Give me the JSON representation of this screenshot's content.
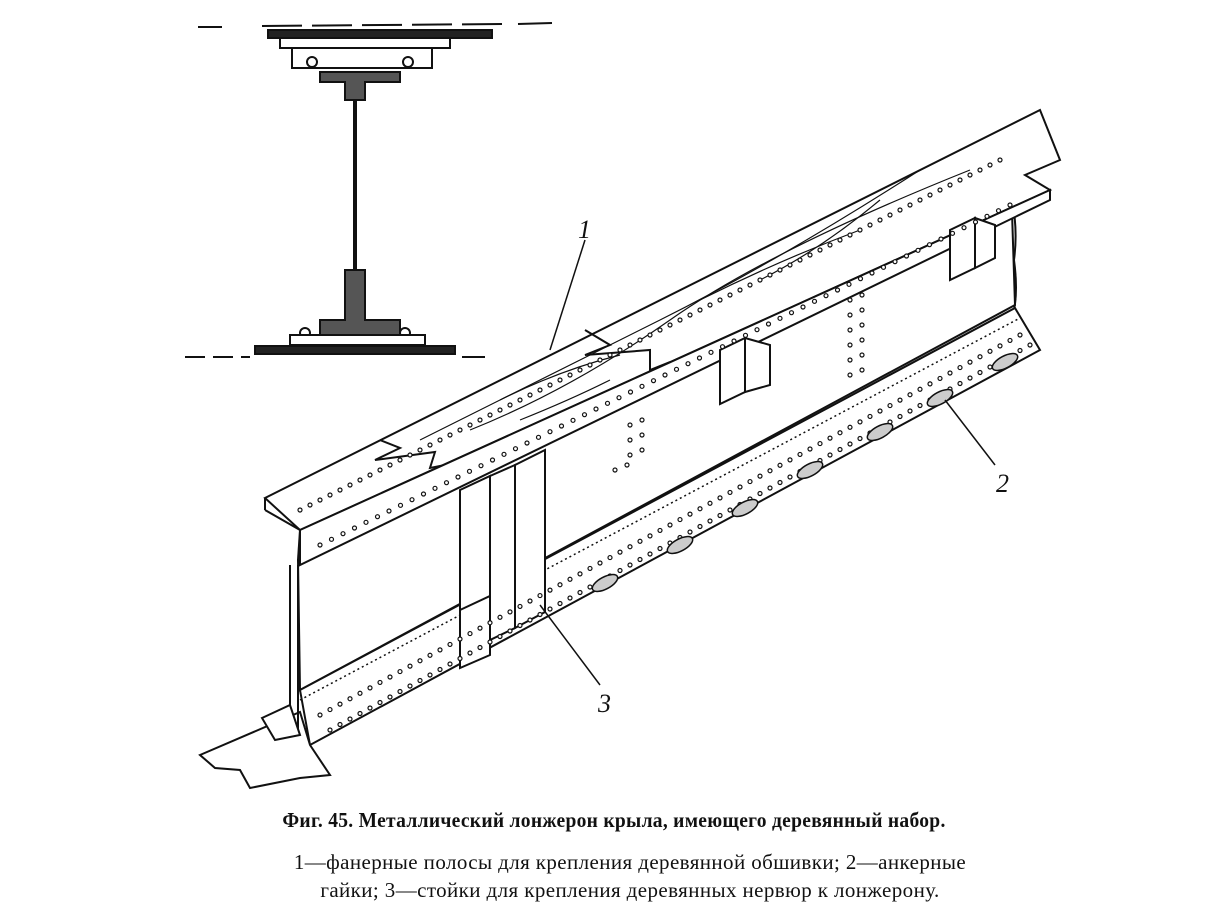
{
  "figure": {
    "labels": {
      "l1": "1",
      "l2": "2",
      "l3": "3"
    }
  },
  "caption": {
    "title": "Фиг. 45. Металлический лонжерон крыла, имеющего деревянный набор.",
    "legend_line1": "1—фанерные полосы для крепления деревянной обшивки; 2—анкерные",
    "legend_line2": "гайки; 3—стойки для крепления деревянных нервюр к лонжерону."
  }
}
